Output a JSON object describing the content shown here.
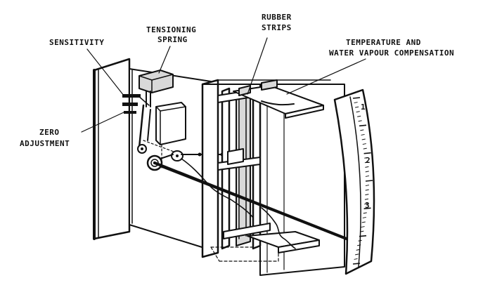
{
  "diagram": {
    "labels": {
      "sensitivity": "SENSITIVITY",
      "tensioning_line1": "TENSIONING",
      "tensioning_line2": "SPRING",
      "rubber_line1": "RUBBER",
      "rubber_line2": "STRIPS",
      "temp_line1": "TEMPERATURE AND",
      "temp_line2": "WATER VAPOUR COMPENSATION",
      "zero_line1": "ZERO",
      "zero_line2": "ADJUSTMENT"
    },
    "scale_numbers": [
      "1",
      "2",
      "3"
    ]
  }
}
